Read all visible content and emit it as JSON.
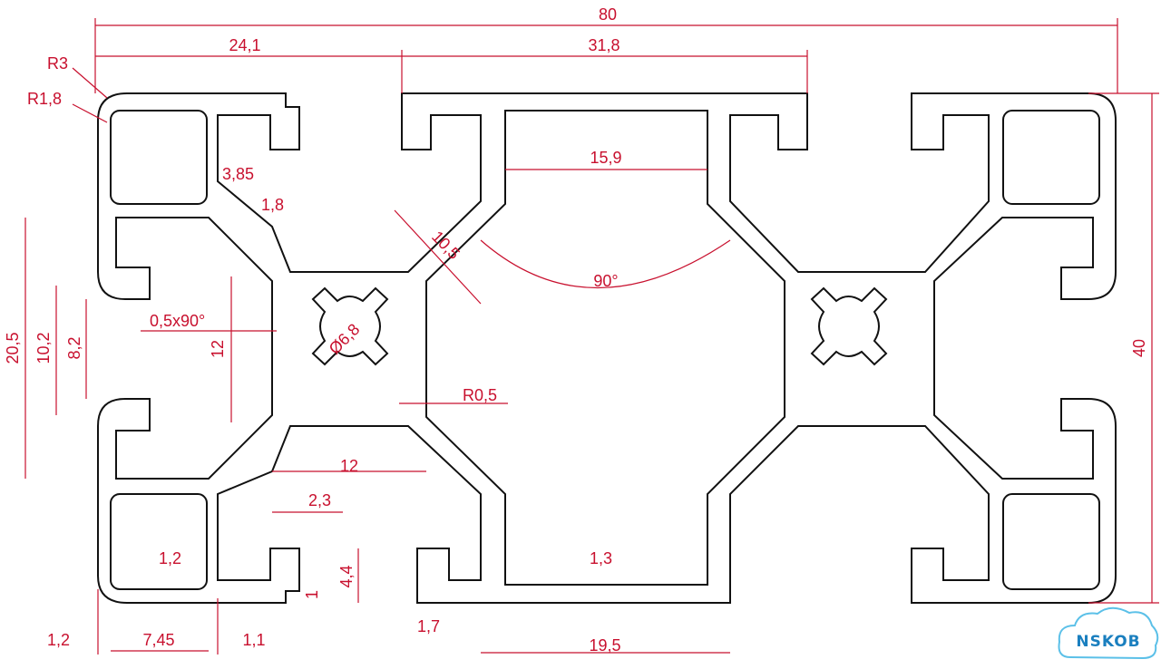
{
  "labels": {
    "width_total": "80",
    "width_left": "24,1",
    "slot_width": "31,8",
    "radius_outer": "R3",
    "radius_inner": "R1,8",
    "slot_neck": "3,85",
    "wall_web": "1,8",
    "center_slot": "15,9",
    "diag_105": "10,5",
    "angle": "90°",
    "height_205": "20,5",
    "height_102": "10,2",
    "height_82": "8,2",
    "chamfer": "0,5x90°",
    "core_12v": "12",
    "bore": "Ø6,8",
    "radius_small": "R0,5",
    "height_40": "40",
    "core_12h": "12",
    "lip_23": "2,3",
    "lip_44": "4,4",
    "lip_1": "1",
    "wall_12": "1,2",
    "wall_13": "1,3",
    "wall_17": "1,7",
    "bottom_12": "1,2",
    "bottom_745": "7,45",
    "bottom_11": "1,1",
    "bottom_195": "19,5"
  },
  "logo": {
    "text": "NSKOB"
  },
  "colors": {
    "dimension": "#c8102e",
    "outline": "#111111",
    "logo": "#1a7fbf"
  }
}
